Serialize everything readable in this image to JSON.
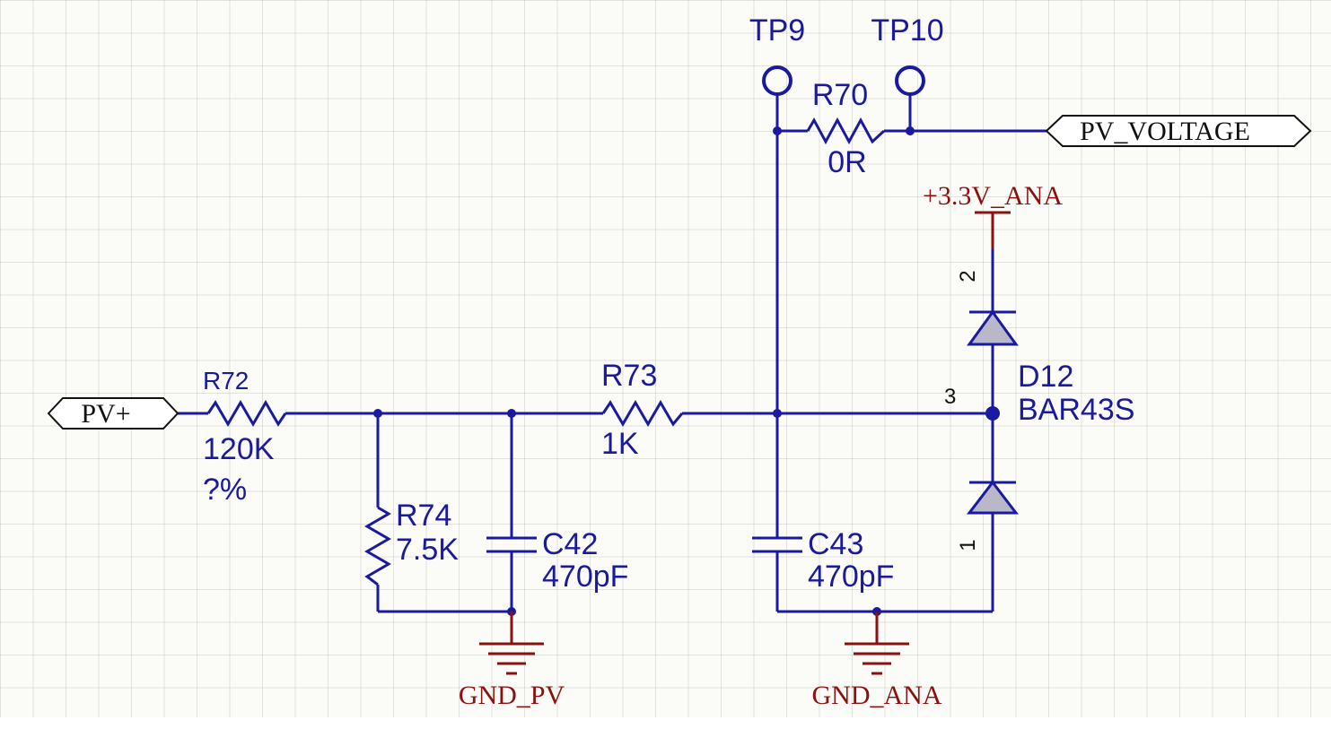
{
  "colors": {
    "wire": "#1a1aa0",
    "power": "#8b1010",
    "diode_fill": "#b8b8c8",
    "grid": "#d8d8d0"
  },
  "ports": {
    "pv_plus": "PV+",
    "pv_voltage": "PV_VOLTAGE"
  },
  "test_points": {
    "tp9": "TP9",
    "tp10": "TP10"
  },
  "resistors": {
    "r70": {
      "ref": "R70",
      "value": "0R"
    },
    "r72": {
      "ref": "R72",
      "value": "120K",
      "tolerance": "?%"
    },
    "r73": {
      "ref": "R73",
      "value": "1K"
    },
    "r74": {
      "ref": "R74",
      "value": "7.5K"
    }
  },
  "capacitors": {
    "c42": {
      "ref": "C42",
      "value": "470pF"
    },
    "c43": {
      "ref": "C43",
      "value": "470pF"
    }
  },
  "diode": {
    "ref": "D12",
    "part": "BAR43S",
    "pin1": "1",
    "pin2": "2",
    "pin3": "3"
  },
  "power_nets": {
    "supply": "+3.3V_ANA",
    "gnd_pv": "GND_PV",
    "gnd_ana": "GND_ANA"
  }
}
